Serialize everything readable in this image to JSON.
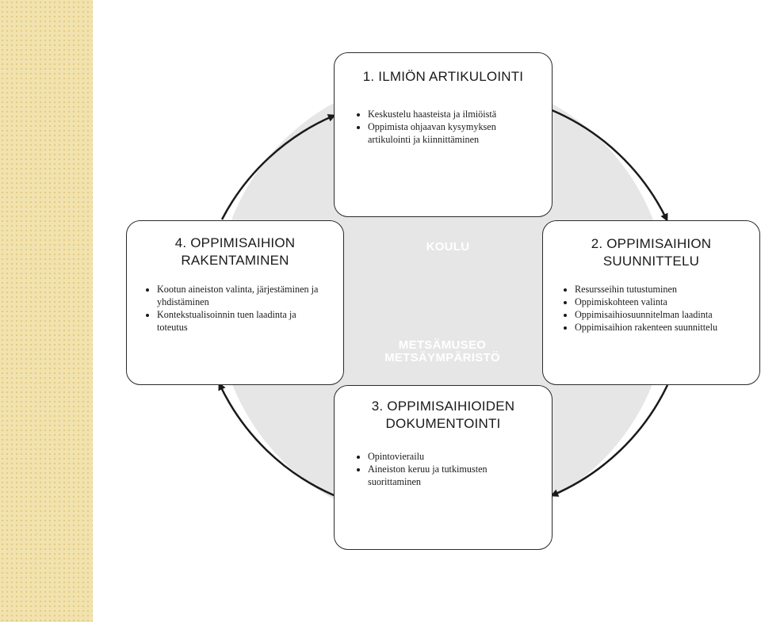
{
  "diagram": {
    "steps": [
      {
        "title": "1. ILMIÖN ARTIKULOINTI",
        "bullets": [
          "Keskustelu haasteista ja ilmiöistä",
          "Oppimista ohjaavan kysymyksen artikulointi  ja kiinnittäminen"
        ]
      },
      {
        "title": "2. OPPIMISAIHION\nSUUNNITTELU",
        "bullets": [
          "Resursseihin tutustuminen",
          "Oppimiskohteen valinta",
          "Oppimisaihiosuunnitelman laadinta",
          "Oppimisaihion rakenteen suunnittelu"
        ]
      },
      {
        "title": "3. OPPIMISAIHIOIDEN\nDOKUMENTOINTI",
        "bullets": [
          "Opintovierailu",
          "Aineiston keruu ja tutkimusten suorittaminen"
        ]
      },
      {
        "title": "4. OPPIMISAIHION\nRAKENTAMINEN",
        "bullets": [
          "Kootun aineiston valinta, järjestäminen ja yhdistäminen",
          "Kontekstualisoinnin tuen laadinta ja toteutus"
        ]
      }
    ],
    "center_labels": {
      "school": "KOULU",
      "museum_line1": "METSÄMUSEO",
      "museum_line2": "METSÄYMPÄRISTÖ"
    },
    "colors": {
      "circle_fill": "#e6e6e6",
      "arrow": "#1a1a1a",
      "side_panel": "#f1e2ae"
    }
  }
}
